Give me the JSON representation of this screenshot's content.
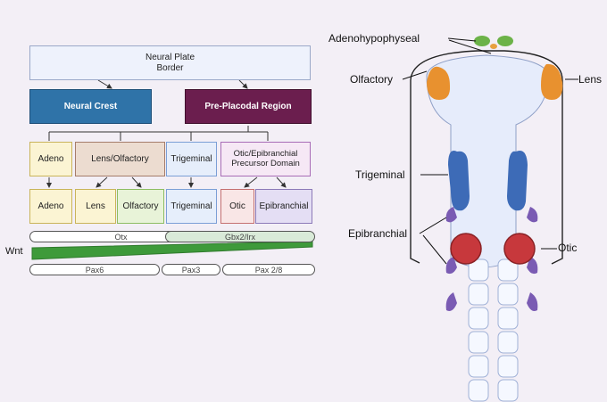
{
  "flow": {
    "top": "Neural Plate\nBorder",
    "neural_crest": "Neural Crest",
    "pre_placodal": "Pre-Placodal Region",
    "level2": [
      "Adeno",
      "Lens/Olfactory",
      "Trigeminal",
      "Otic/Epibranchial\nPrecursor Domain"
    ],
    "level3": [
      "Adeno",
      "Lens",
      "Olfactory",
      "Trigeminal",
      "Otic",
      "Epibranchial"
    ]
  },
  "gradients": {
    "otx": "Otx",
    "gbx": "Gbx2/Irx",
    "wnt": "Wnt",
    "pax6": "Pax6",
    "pax3": "Pax3",
    "pax28": "Pax 2/8"
  },
  "embryo": {
    "adenohypophyseal": "Adenohypophyseal",
    "olfactory": "Olfactory",
    "lens": "Lens",
    "trigeminal": "Trigeminal",
    "epibranchial": "Epibranchial",
    "otic": "Otic"
  },
  "colors": {
    "neural_crest": "#2f73a8",
    "pre_placodal": "#6b1e4e",
    "adeno_fill": "#fbf4d3",
    "lens_olf_fill": "#ecdcd0",
    "olfactory_fill": "#e8f3d8",
    "trigeminal_fill": "#e6eefb",
    "otic_fill": "#f9e6e6",
    "epibranchial_fill": "#e4def4",
    "wnt_green": "#3e9a3a",
    "orange": "#e8912f",
    "blue": "#3d6bb7",
    "purple": "#7a5bb3",
    "red": "#c7383c",
    "green": "#6cb248"
  }
}
